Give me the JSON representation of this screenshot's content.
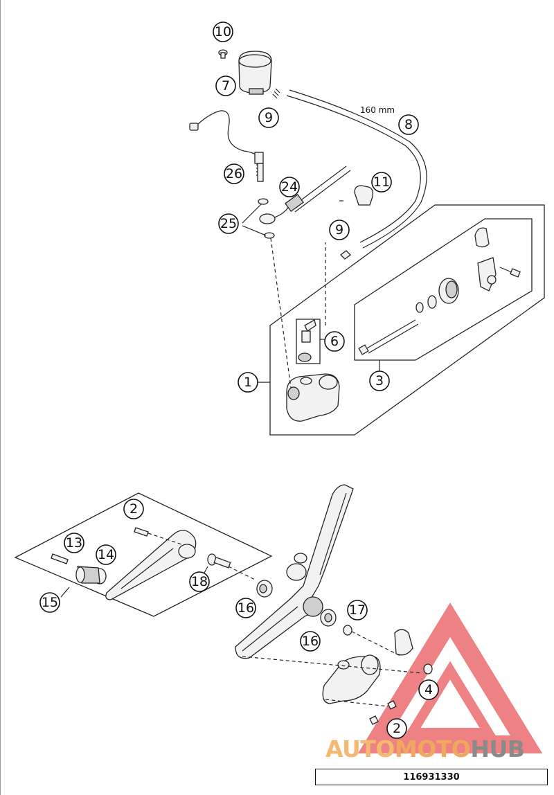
{
  "diagram": {
    "dimension_label": "160 mm",
    "callouts": {
      "c1": "1",
      "c2a": "2",
      "c2b": "2",
      "c3": "3",
      "c4": "4",
      "c6": "6",
      "c7": "7",
      "c8": "8",
      "c9a": "9",
      "c9b": "9",
      "c10": "10",
      "c11": "11",
      "c13": "13",
      "c14": "14",
      "c15": "15",
      "c16a": "16",
      "c16b": "16",
      "c17": "17",
      "c18": "18",
      "c24": "24",
      "c25": "25",
      "c26": "26"
    }
  },
  "watermark": {
    "part1": "AUTO",
    "part2": "MOTO",
    "part3": "HUB",
    "color_red": "#e8575a",
    "color_orange": "#f5b971",
    "color_gray": "#8a8a8a"
  },
  "part_number": "116931330"
}
